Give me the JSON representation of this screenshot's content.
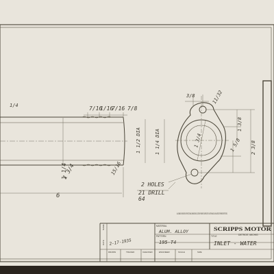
{
  "drawing": {
    "dimensions": {
      "top_a": "7/16",
      "top_b": "1/16",
      "top_c": "7/16",
      "top_d": "7/8",
      "left_vert": "1 1/4",
      "mid_vert": "1 1/2 DIA",
      "mid_vert2": "1 1/4 DIA",
      "gap_small": "1/4",
      "bottom_left": "1 3/4",
      "bottom_mid": "15/16",
      "length": "6"
    },
    "flange_dims": {
      "top_small": "3/8",
      "top_radius": "11/32",
      "right_a": "1 3/8",
      "right_b": "2 3/8",
      "right_c": "1 5/8",
      "bore": "1 3/4"
    },
    "callout": {
      "line1": "2 HOLES",
      "line2": "21 DRILL",
      "line3": "64"
    }
  },
  "title_block": {
    "note": "ALLOWABLE VARIATION ON FRACTIONAL DIMENSIONS LOCATION FINISHED SURFACES PLUS OR MINUS 1/64 UNLESS OTHERWISE SPECIFIED.",
    "material_label": "MATERIAL",
    "material_value": "ALUM. ALLOY",
    "company": "SCRIPPS MOTOR",
    "city": "DETROIT, MICHIG",
    "pattern_label": "PATTERN",
    "pattern_value": "195-T4",
    "title_label": "TITLE",
    "title_value": "INLET - WATER",
    "date_label": "DATE",
    "date_value": "2-17-1935",
    "name_label": "NAME",
    "drawn_label": "DRAWN",
    "traced_label": "TRACED",
    "checked_label": "CHECKED",
    "engineer_label": "ENGINEER",
    "scale_label": "SCALE",
    "size_label": "SIZE"
  }
}
